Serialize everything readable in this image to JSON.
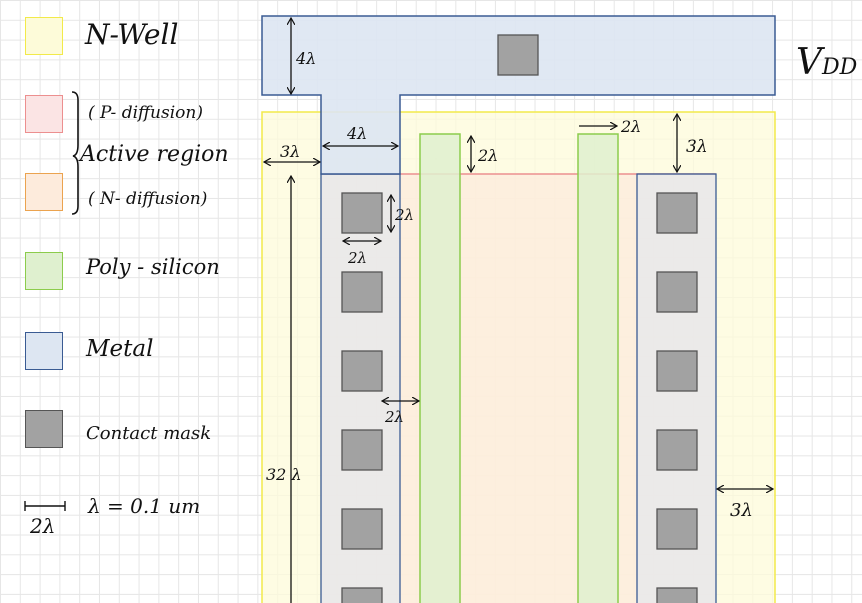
{
  "legend": {
    "nwell": "N-Well",
    "pdiff": "( P- diffusion)",
    "active_region": "Active region",
    "ndiff": "( N- diffusion)",
    "poly": "Poly - silicon",
    "metal": "Metal",
    "contact": "Contact mask",
    "scale_bar": "2λ",
    "lambda": "λ = 0.1 um"
  },
  "labels": {
    "vdd": "V",
    "vdd_sub": "DD",
    "metal_height": "4λ",
    "metal_stub_width": "4λ",
    "nwell_margin": "3λ",
    "poly_extension": "2λ",
    "poly_spacing": "2λ",
    "active_top_spacing": "3λ",
    "contact_height": "2λ",
    "contact_width": "2λ",
    "poly_to_contact": "2λ",
    "diffusion_height": "32 λ",
    "nwell_right_margin": "3λ"
  },
  "colors": {
    "nwell_fill": "#fdfbd9",
    "nwell_border": "#f2ea4a",
    "pdiff_fill": "#fbe4e4",
    "pdiff_border": "#ec8f8f",
    "ndiff_fill": "#fdebdc",
    "ndiff_border": "#eba34f",
    "poly_fill": "#dff0cf",
    "poly_border": "#8ccc4c",
    "metal_fill": "#dde6f2",
    "metal_border": "#3a5b93",
    "contact_fill": "#a2a2a2",
    "contact_border": "#555555"
  }
}
